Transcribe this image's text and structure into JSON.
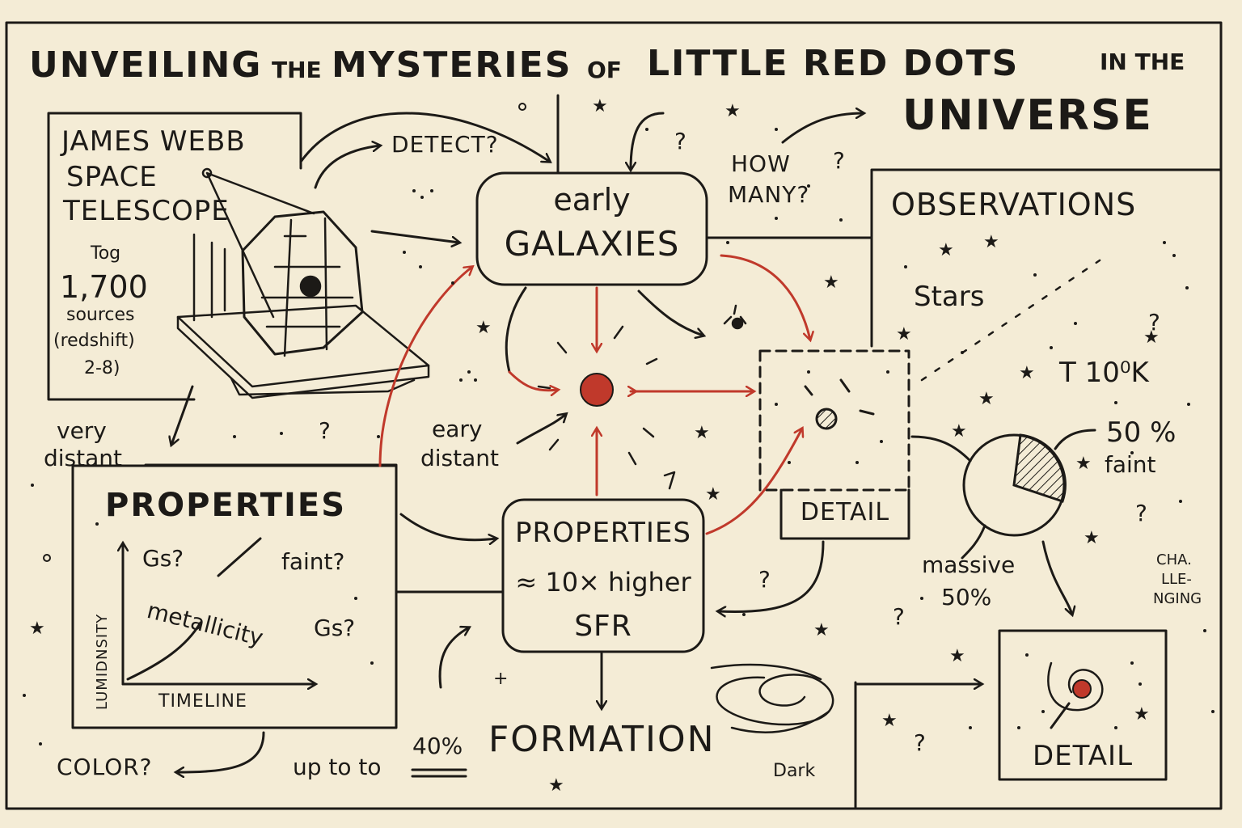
{
  "title": {
    "w1": "UNVEILING",
    "w2": "THE",
    "w3": "MYSTERIES",
    "w4": "OF",
    "w5": "LITTLE RED DOTS",
    "w6": "IN THE",
    "w7": "UNIVERSE"
  },
  "jwst": {
    "line1": "JAMES WEBB",
    "line2": "SPACE",
    "line3": "TELESCOPE",
    "tog": "Tog",
    "count": "1,700",
    "sources": "sources",
    "redshift": "(redshift)",
    "range": "2-8)"
  },
  "labels": {
    "detect": "DETECT?",
    "how_many_1": "HOW",
    "how_many_2": "MANY?",
    "very": "very",
    "distant": "distant",
    "eary": "eary",
    "eary_distant": "distant",
    "color": "COLOR?",
    "up_to": "up to to",
    "forty": "40%",
    "formation": "FORMATION",
    "dark": "Dark",
    "massive": "massive",
    "massive_pct": "50%",
    "fifty": "50 %",
    "faint": "faint",
    "cha1": "CHA.",
    "cha2": "LLE-",
    "cha3": "NGING",
    "q": "?"
  },
  "early_galaxies": {
    "line1": "early",
    "line2": "GALAXIES"
  },
  "properties_left": {
    "title": "PROPERTIES",
    "gs1": "Gs?",
    "faint": "faint?",
    "metallicity": "metallicity",
    "gs2": "Gs?",
    "y_axis": "LUMIDNSITY",
    "x_axis": "TIMELINE"
  },
  "properties_center": {
    "title": "PROPERTIES",
    "line2": "≈ 10× higher",
    "line3": "SFR"
  },
  "detail1": {
    "label": "DETAIL"
  },
  "detail2": {
    "label": "DETAIL"
  },
  "observations": {
    "title": "OBSERVATIONS",
    "stars": "Stars",
    "temp": "T 10⁰K"
  },
  "colors": {
    "ink": "#1c1a17",
    "red": "#c0392b",
    "paper": "#f4ecd6"
  }
}
